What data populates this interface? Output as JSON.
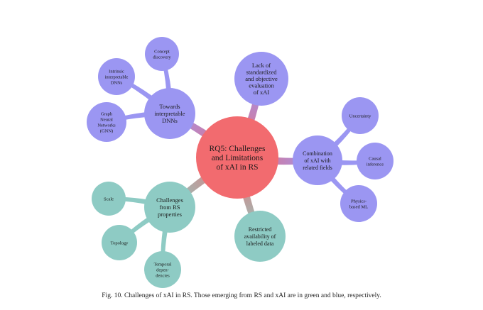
{
  "colors": {
    "center": "#f26b6f",
    "blue": "#9b96f2",
    "green": "#8ecbc4"
  },
  "diagram": {
    "center": {
      "lines": [
        "RQ5: Challenges",
        "and Limitations",
        "of xAI in RS"
      ]
    },
    "branches": [
      {
        "id": "towards",
        "color": "blue",
        "lines": [
          "Towards",
          "interpretable",
          "DNNs"
        ],
        "children": [
          {
            "id": "concept",
            "lines": [
              "Concept",
              "discovery"
            ]
          },
          {
            "id": "intrinsic",
            "lines": [
              "Intrinsic",
              "interpretable",
              "DNNs"
            ]
          },
          {
            "id": "gnn",
            "lines": [
              "Graph",
              "Neural",
              "Networks",
              "(GNN)"
            ]
          }
        ]
      },
      {
        "id": "lack",
        "color": "blue",
        "lines": [
          "Lack of",
          "standardized",
          "and objective",
          "evaluation",
          "of xAI"
        ],
        "children": []
      },
      {
        "id": "combination",
        "color": "blue",
        "lines": [
          "Combination",
          "of xAI with",
          "related fields"
        ],
        "children": [
          {
            "id": "uncertainty",
            "lines": [
              "Uncertainty"
            ]
          },
          {
            "id": "causal",
            "lines": [
              "Causal",
              "inference"
            ]
          },
          {
            "id": "physics",
            "lines": [
              "Physics-",
              "based ML"
            ]
          }
        ]
      },
      {
        "id": "restricted",
        "color": "green",
        "lines": [
          "Restricted",
          "availability of",
          "labeled data"
        ],
        "children": []
      },
      {
        "id": "rs",
        "color": "green",
        "lines": [
          "Challenges",
          "from RS",
          "properties"
        ],
        "children": [
          {
            "id": "scale",
            "lines": [
              "Scale"
            ]
          },
          {
            "id": "topology",
            "lines": [
              "Topology"
            ]
          },
          {
            "id": "temporal",
            "lines": [
              "Temporal",
              "depen-",
              "dencies"
            ]
          }
        ]
      }
    ]
  },
  "caption": "Fig. 10.  Challenges of xAI in RS. Those emerging from RS and xAI are in green and blue, respectively."
}
